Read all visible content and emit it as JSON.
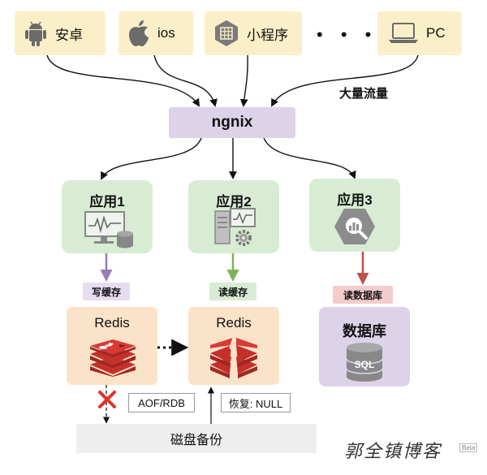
{
  "clients": {
    "android": "安卓",
    "ios": "ios",
    "miniprogram": "小程序",
    "ellipsis": "• • • •",
    "pc": "PC"
  },
  "traffic_note": "大量流量",
  "nginx": "ngnix",
  "apps": {
    "app1": "应用1",
    "app2": "应用2",
    "app3": "应用3"
  },
  "tags": {
    "write_cache": "写缓存",
    "read_cache": "读缓存",
    "read_db": "读数据库"
  },
  "redis": {
    "left": "Redis",
    "right": "Redis"
  },
  "database": {
    "title": "数据库",
    "sql": "SQL"
  },
  "aof_rdb": "AOF/RDB",
  "restore": "恢复: NULL",
  "disk_backup": "磁盘备份",
  "watermark": {
    "text": "郭全镇博客",
    "badge": "Beta"
  },
  "colors": {
    "client_bg": "#fbefc9",
    "nginx_bg": "#ddd3e8",
    "app_bg": "#d8ecd4",
    "redis_bg": "#fbe3c9",
    "redis_red": "#c6302b",
    "write_arrow": "#9b7bb5",
    "read_arrow": "#7cb45a",
    "db_arrow": "#c0504d",
    "fail_mark": "#e0322b"
  }
}
